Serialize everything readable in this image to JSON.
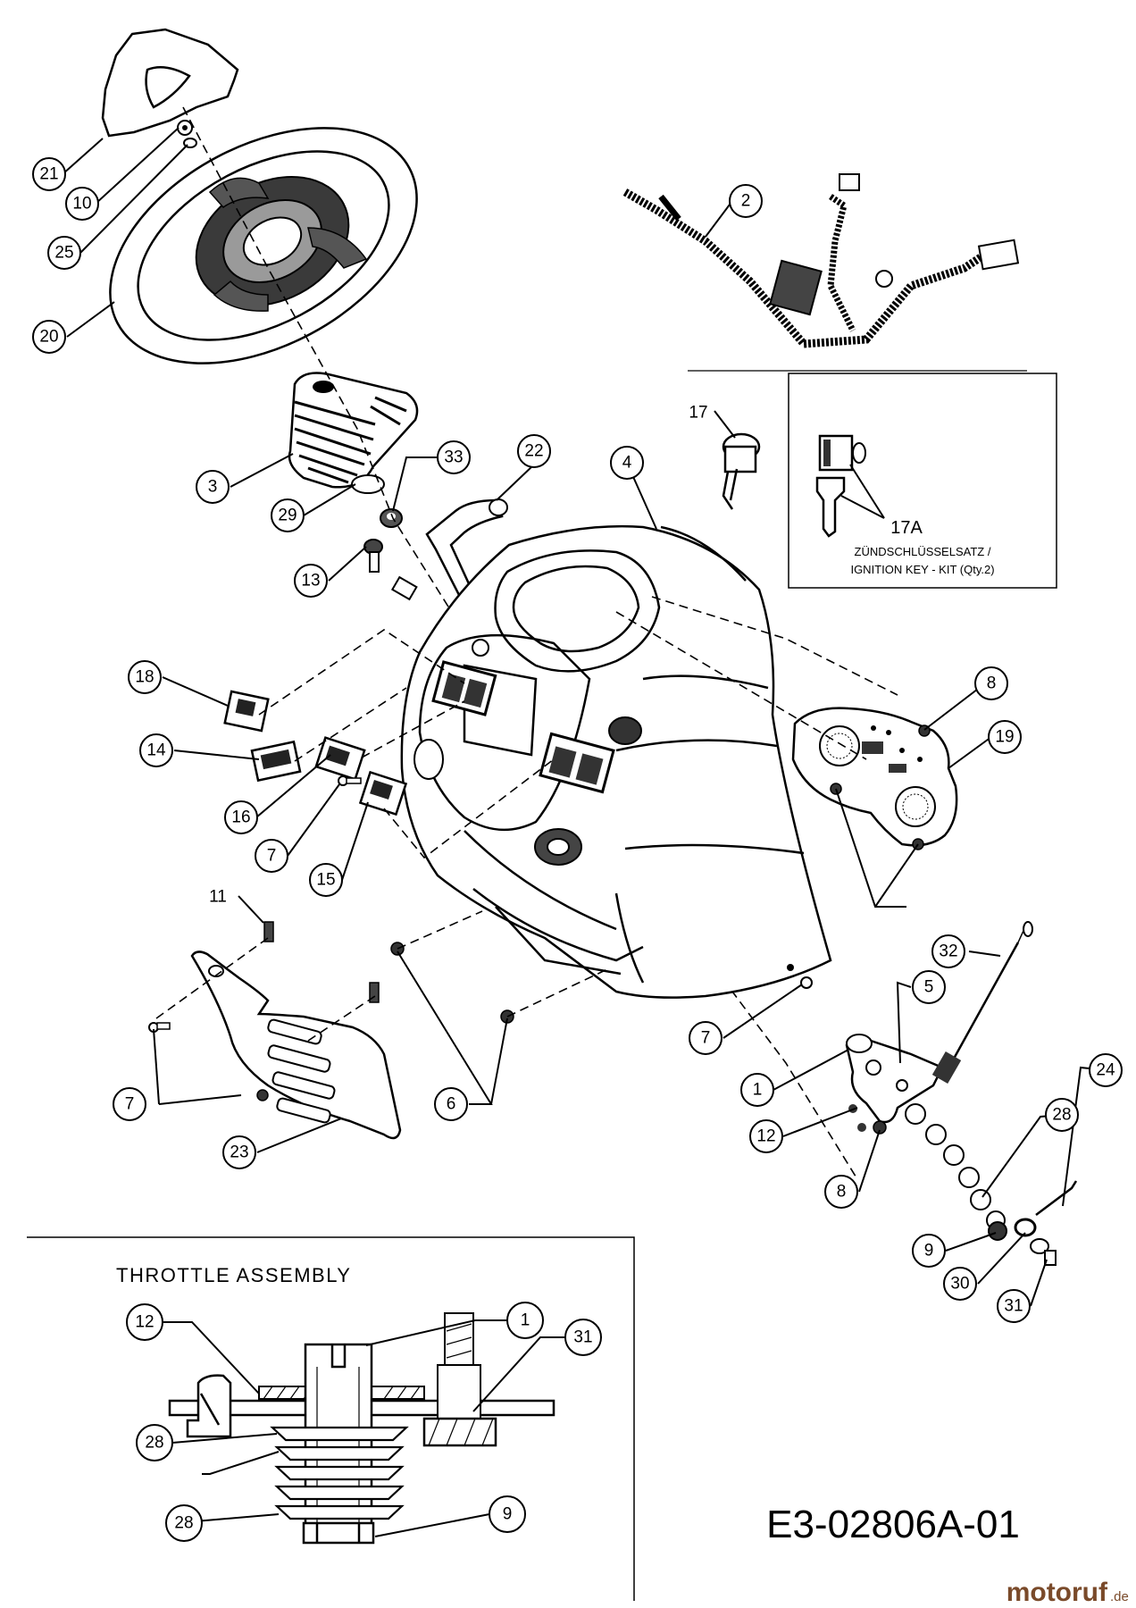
{
  "drawing_number": "E3-02806A-01",
  "watermark": {
    "brand": "motoruf",
    "tld": ".de"
  },
  "inset_kit": {
    "part_number": "17A",
    "line1": "ZÜNDSCHLÜSSELSATZ /",
    "line2": "IGNITION KEY - KIT (Qty.2)"
  },
  "throttle_inset": {
    "title": "THROTTLE  ASSEMBLY"
  },
  "callouts": [
    "21",
    "10",
    "25",
    "20",
    "3",
    "29",
    "33",
    "13",
    "22",
    "4",
    "17",
    "2",
    "18",
    "14",
    "16",
    "7",
    "15",
    "8",
    "19",
    "11",
    "7",
    "6",
    "23",
    "7",
    "32",
    "5",
    "1",
    "12",
    "8",
    "28",
    "24",
    "9",
    "30",
    "31",
    "1",
    "12",
    "31",
    "28",
    "28",
    "9"
  ]
}
